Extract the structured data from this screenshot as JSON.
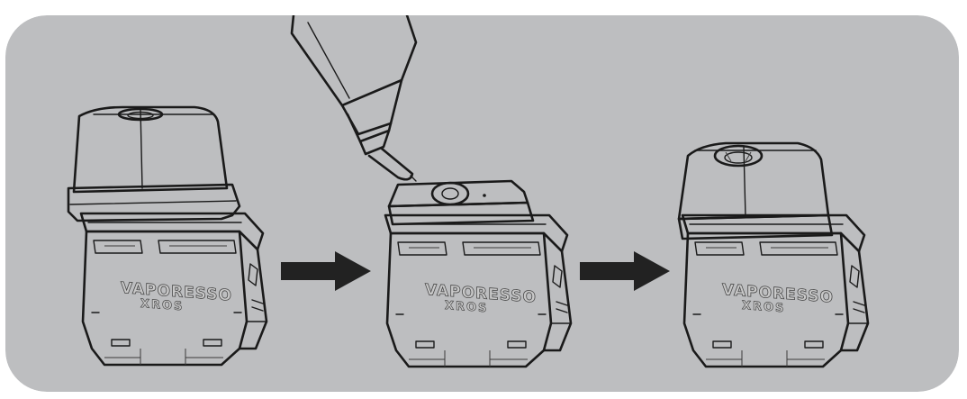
{
  "colors": {
    "panel_background": "#bdbec0",
    "device_fill": "#bdbec0",
    "outline": "#1a1a1a",
    "arrow": "#222222",
    "page_background": "#ffffff"
  },
  "steps": [
    {
      "illustration": "pod-with-cap-closed"
    },
    {
      "illustration": "pod-cap-removed-filling"
    },
    {
      "illustration": "pod-cap-replaced"
    }
  ],
  "pod_branding": {
    "brand": "VAPORESSO",
    "model": "XROS"
  },
  "arrows": [
    {
      "icon": "right-arrow-icon"
    },
    {
      "icon": "right-arrow-icon"
    }
  ]
}
